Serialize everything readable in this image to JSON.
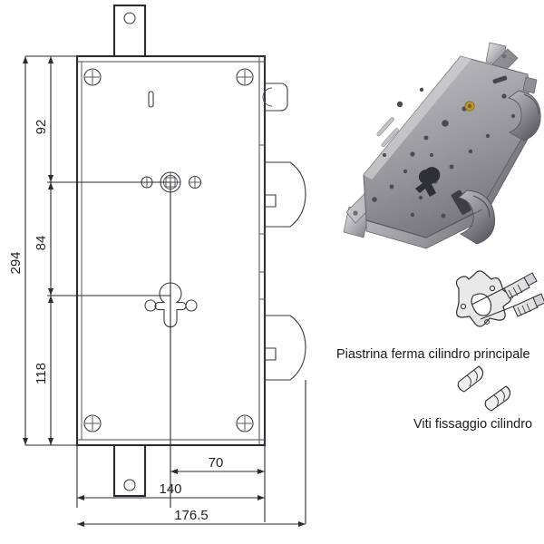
{
  "drawing": {
    "title": "Technical drawing of armoured door lock body",
    "dimensions": {
      "vertical": [
        {
          "id": "total-height",
          "value": "294"
        },
        {
          "id": "top-to-spindle",
          "value": "92"
        },
        {
          "id": "spindle-to-cylinder",
          "value": "84"
        },
        {
          "id": "cylinder-to-bottom",
          "value": "118"
        }
      ],
      "horizontal": [
        {
          "id": "cylinder-to-faceplate",
          "value": "70"
        },
        {
          "id": "body-width",
          "value": "140"
        },
        {
          "id": "overall-width",
          "value": "176.5"
        }
      ]
    },
    "features": {
      "corner_screws": 4,
      "spindle_hole": "spindle-hole",
      "cylinder_keyhole": "euro-profile-cylinder-hole",
      "latch": "latch-bolt-profile",
      "deadbolts": 2,
      "mounting_tabs": 2
    }
  },
  "photo": {
    "alt": "Galvanised steel mortice lock body, three-point, shown in perspective",
    "body_color": "#9a9a9c",
    "highlight_color": "#d2d2d4",
    "shadow_color": "#5c5c62",
    "bolt_color": "#86868c",
    "brass_color": "#b99438"
  },
  "parts": [
    {
      "id": "cylinder-retaining-plate",
      "label": "Piastrina ferma cilindro principale",
      "icon": "retaining-plate-with-screws-icon"
    },
    {
      "id": "cylinder-fixing-screws",
      "label": "Viti fissaggio cilindro",
      "icon": "two-cylinder-screws-icon"
    }
  ],
  "colors": {
    "line": "#3a3a44",
    "line_dark": "#2b2b33",
    "text": "#231f20",
    "background": "#ffffff"
  }
}
